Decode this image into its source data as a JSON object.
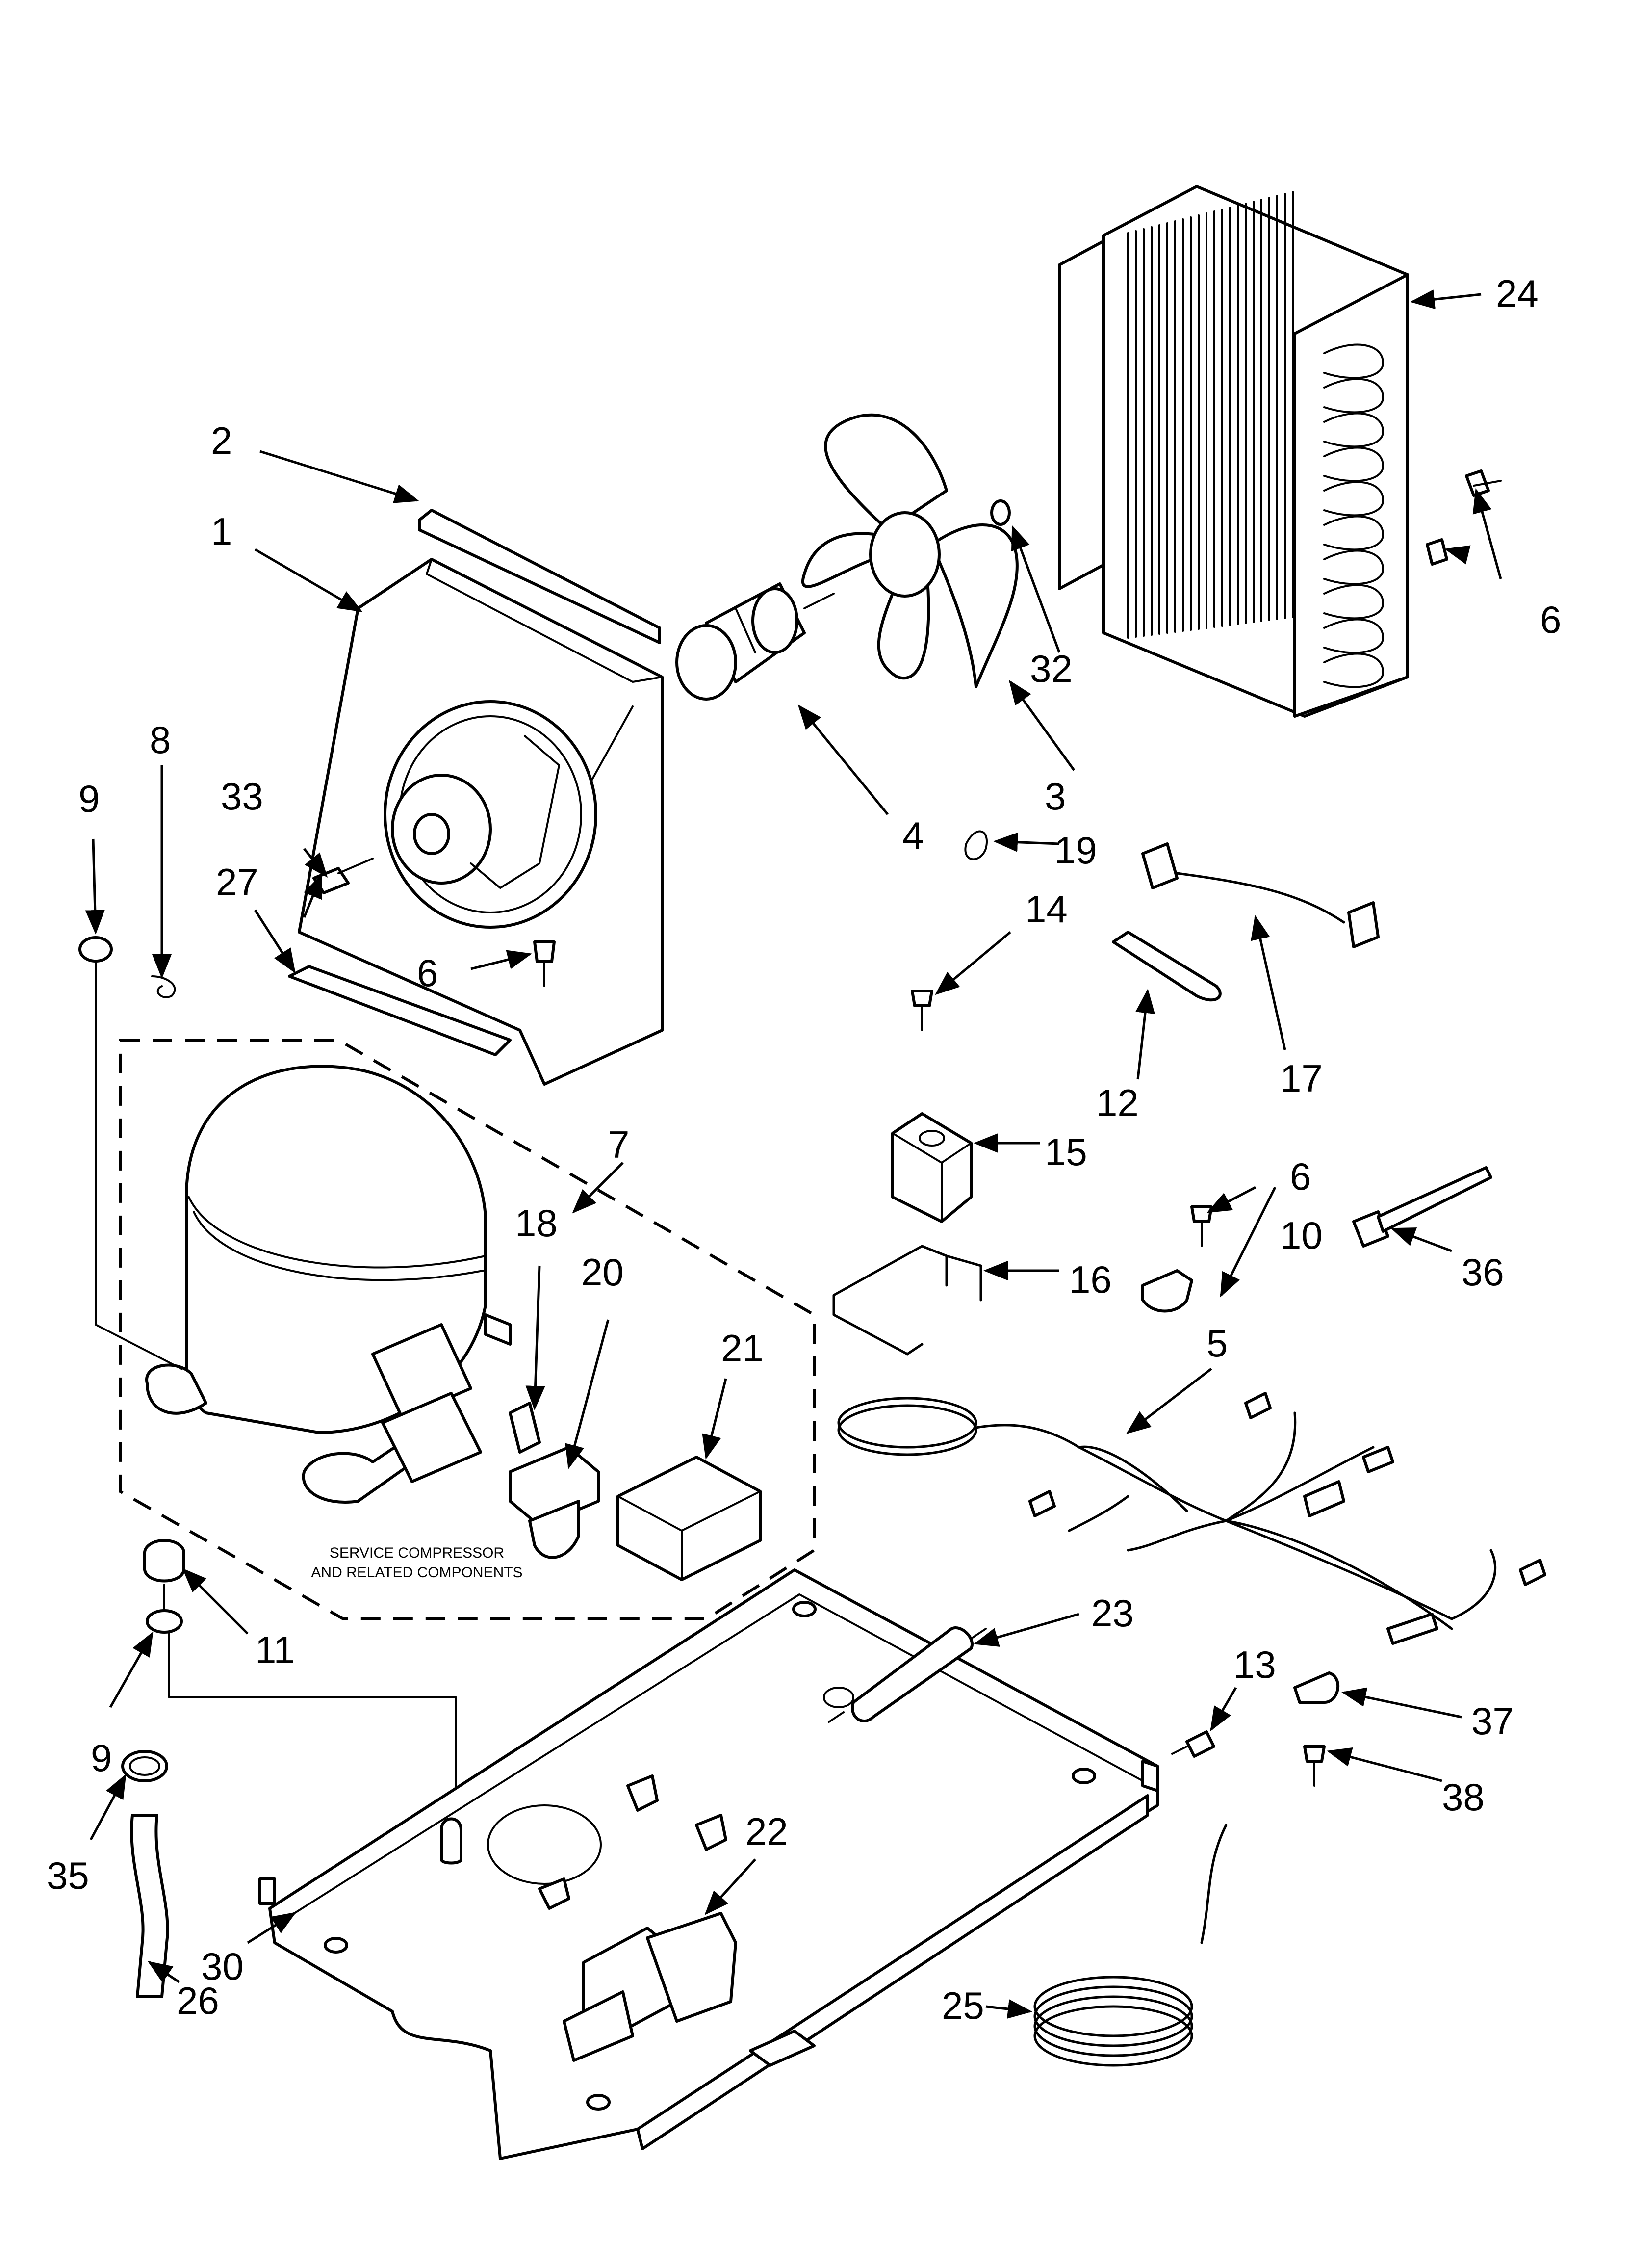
{
  "callouts": {
    "c1": "1",
    "c2": "2",
    "c3": "3",
    "c4": "4",
    "c5": "5",
    "c6a": "6",
    "c6b": "6",
    "c6c": "6",
    "c7": "7",
    "c8": "8",
    "c9a": "9",
    "c9b": "9",
    "c10": "10",
    "c11": "11",
    "c12": "12",
    "c13": "13",
    "c14": "14",
    "c15": "15",
    "c16": "16",
    "c17": "17",
    "c18": "18",
    "c19": "19",
    "c20": "20",
    "c21": "21",
    "c22": "22",
    "c23": "23",
    "c24": "24",
    "c25": "25",
    "c26": "26",
    "c27": "27",
    "c30": "30",
    "c32": "32",
    "c33": "33",
    "c35": "35",
    "c36": "36",
    "c37": "37",
    "c38": "38"
  },
  "note": {
    "line1": "SERVICE COMPRESSOR",
    "line2": "AND RELATED COMPONENTS"
  }
}
